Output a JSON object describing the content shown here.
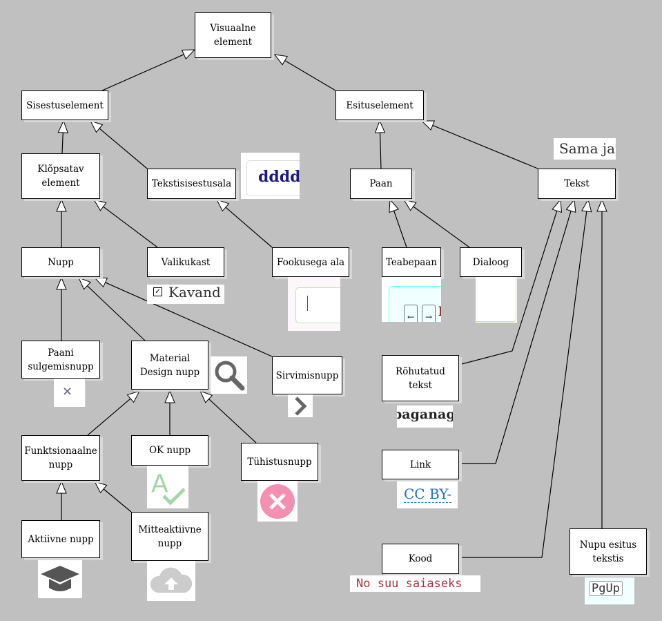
{
  "nodes": [
    {
      "id": "visuaalne",
      "label": "Visuaalne\nelement"
    },
    {
      "id": "sisestus",
      "label": "Sisestuselement"
    },
    {
      "id": "esitus",
      "label": "Esituselement"
    },
    {
      "id": "klopsatav",
      "label": "Klõpsatav\nelement"
    },
    {
      "id": "tekstisisestus",
      "label": "Tekstisisestusala"
    },
    {
      "id": "paan",
      "label": "Paan"
    },
    {
      "id": "tekst",
      "label": "Tekst"
    },
    {
      "id": "nupp",
      "label": "Nupp"
    },
    {
      "id": "valikukast",
      "label": "Valikukast"
    },
    {
      "id": "fookus",
      "label": "Fookusega ala"
    },
    {
      "id": "teabepaan",
      "label": "Teabepaan"
    },
    {
      "id": "dialoog",
      "label": "Dialoog"
    },
    {
      "id": "sulgemis",
      "label": "Paani\nsulgemisnupp"
    },
    {
      "id": "material",
      "label": "Material\nDesign nupp"
    },
    {
      "id": "sirvimis",
      "label": "Sirvimisnupp"
    },
    {
      "id": "rohutatud",
      "label": "Rõhutatud\ntekst"
    },
    {
      "id": "funktsionaalne",
      "label": "Funktsionaalne\nnupp"
    },
    {
      "id": "ok",
      "label": "OK nupp"
    },
    {
      "id": "tuhistus",
      "label": "Tühistusnupp"
    },
    {
      "id": "link",
      "label": "Link"
    },
    {
      "id": "aktiivne",
      "label": "Aktiivne nupp"
    },
    {
      "id": "mitteaktiivne",
      "label": "Mitteaktiivne\nnupp"
    },
    {
      "id": "kood",
      "label": "Kood"
    },
    {
      "id": "nupuesitus",
      "label": "Nupu esitus\ntekstis"
    }
  ],
  "edges": [
    [
      "sisestus",
      "visuaalne"
    ],
    [
      "esitus",
      "visuaalne"
    ],
    [
      "klopsatav",
      "sisestus"
    ],
    [
      "tekstisisestus",
      "sisestus"
    ],
    [
      "paan",
      "esitus"
    ],
    [
      "tekst",
      "esitus"
    ],
    [
      "nupp",
      "klopsatav"
    ],
    [
      "valikukast",
      "klopsatav"
    ],
    [
      "fookus",
      "tekstisisestus"
    ],
    [
      "teabepaan",
      "paan"
    ],
    [
      "dialoog",
      "paan"
    ],
    [
      "sulgemis",
      "nupp"
    ],
    [
      "material",
      "nupp"
    ],
    [
      "sirvimis",
      "nupp"
    ],
    [
      "funktsionaalne",
      "material"
    ],
    [
      "ok",
      "material"
    ],
    [
      "tuhistus",
      "material"
    ],
    [
      "aktiivne",
      "funktsionaalne"
    ],
    [
      "mitteaktiivne",
      "funktsionaalne"
    ],
    [
      "rohutatud",
      "tekst"
    ],
    [
      "link",
      "tekst"
    ],
    [
      "kood",
      "tekst"
    ],
    [
      "nupuesitus",
      "tekst"
    ]
  ],
  "previews": {
    "tekstisisestus": "dddd",
    "valikukast": "Kavand",
    "teabepaan": "l",
    "rohutatud": "baganaga",
    "link": "CC BY-",
    "kood": "No suu saiaseks",
    "nupuesitus": "PgUp",
    "tekst": "Sama jar",
    "icons": [
      "close-icon",
      "search-icon",
      "chevron-right-icon",
      "spellcheck-icon",
      "cancel-circle-icon",
      "graduation-cap-icon",
      "cloud-upload-icon"
    ]
  },
  "colors": {
    "background": "#c0c0c0",
    "link": "#1e6fd9",
    "code": "#b03040",
    "cancel": "#f48fb1",
    "ok": "#a5d6a7"
  }
}
